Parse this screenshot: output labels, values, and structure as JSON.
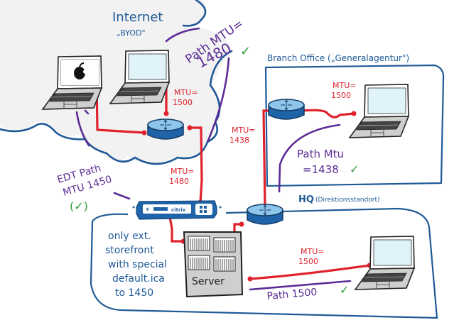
{
  "diagram": {
    "zones": {
      "internet": {
        "title": "Internet",
        "subtitle": "„BYOD\""
      },
      "branch": {
        "title": "Branch Office („Generalagentur\")"
      },
      "hq": {
        "title": "HQ",
        "subtitle": "(Direktionsstandort)"
      }
    },
    "devices": {
      "mac_laptop": "Apple laptop",
      "byod_laptop": "Laptop",
      "internet_router": "Router",
      "branch_router": "Router",
      "branch_laptop": "Laptop",
      "netscaler": {
        "brand": "citrix"
      },
      "hq_router": "Router",
      "server": {
        "label": "Server"
      },
      "hq_laptop": "Laptop"
    },
    "links": {
      "internet_lan": {
        "mtu_label": "MTU=",
        "mtu_value": "1500"
      },
      "wan_netscaler": {
        "mtu_label": "MTU=",
        "mtu_value": "1480"
      },
      "wan_branch": {
        "mtu_label": "MTU=",
        "mtu_value": "1438"
      },
      "branch_lan": {
        "mtu_label": "MTU=",
        "mtu_value": "1500"
      },
      "hq_lan": {
        "mtu_label": "MTU=",
        "mtu_value": "1500"
      }
    },
    "annotations": {
      "path_internet": {
        "line1": "Path MTU=",
        "line2": "1480",
        "check": "✓"
      },
      "path_branch": {
        "line1": "Path Mtu",
        "line2": "=1438",
        "check": "✓"
      },
      "edt_path": {
        "line1": "EDT Path",
        "line2": "MTU 1450",
        "check": "(✓)"
      },
      "path_hq": {
        "text": "Path 1500",
        "check": "✓"
      },
      "storefront_note": {
        "lines": [
          "only ext.",
          "storefront",
          "with special",
          "default.ica",
          "to 1450"
        ]
      }
    },
    "colors": {
      "link": "#e0222d",
      "path": "#5b2c95",
      "zone": "#1f5a97",
      "check": "#2f9a3c",
      "device_blue": "#1f63a8",
      "cloud_fill": "#f2f2f2"
    }
  }
}
